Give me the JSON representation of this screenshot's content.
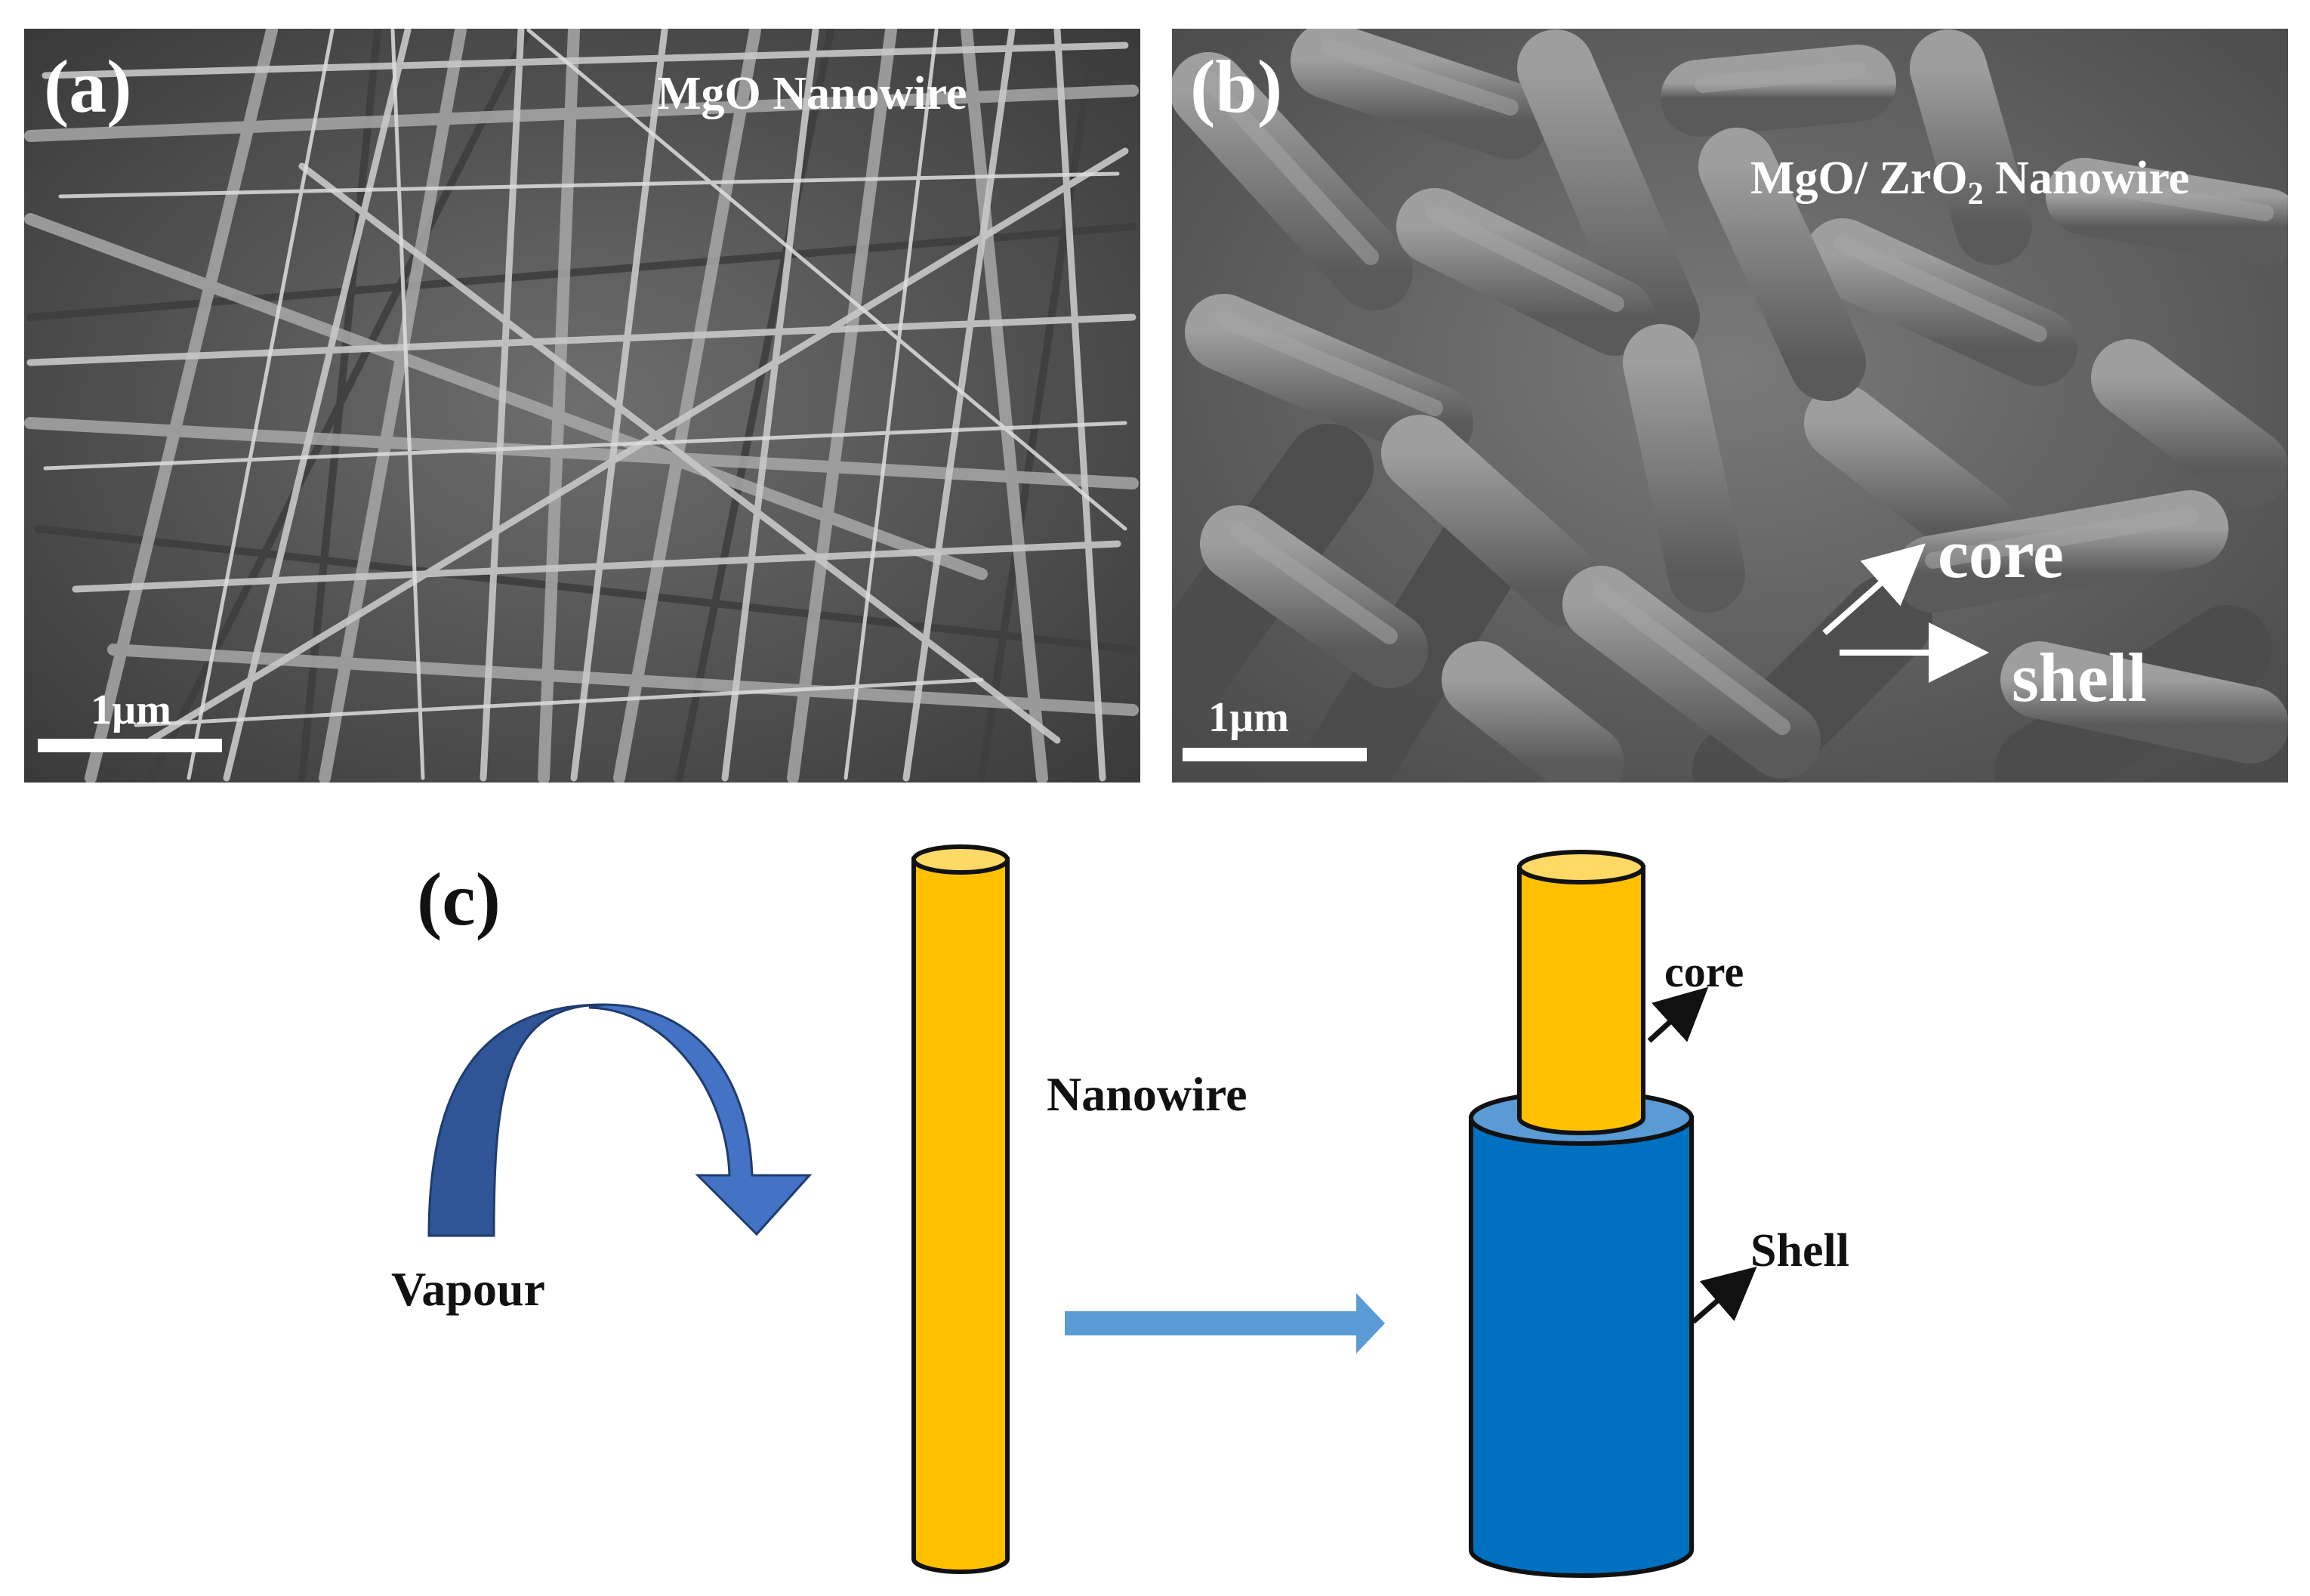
{
  "panels": {
    "a": {
      "letter": "(a)",
      "title": "MgO Nanowire",
      "scale_bar": "1µm"
    },
    "b": {
      "letter": "(b)",
      "title_prefix": "MgO/ ZrO",
      "title_sub": "2",
      "title_suffix": " Nanowire",
      "core_label": "core",
      "shell_label": "shell",
      "scale_bar": "1µm"
    },
    "c": {
      "letter": "(c)",
      "vapour_label": "Vapour",
      "nanowire_label": "Nanowire",
      "core_label": "core",
      "shell_label": "Shell"
    }
  },
  "colors": {
    "gold": "#FFC000",
    "gold_top": "#FFD966",
    "shell_blue": "#0070C0",
    "shell_top": "#5B9BD5",
    "vapour_dark": "#2F5597",
    "vapour_light": "#4472C4",
    "process_arrow": "#5B9BD5",
    "sem_bg_a": "#5a5a5a",
    "sem_bg_b": "#6b6b6b"
  }
}
